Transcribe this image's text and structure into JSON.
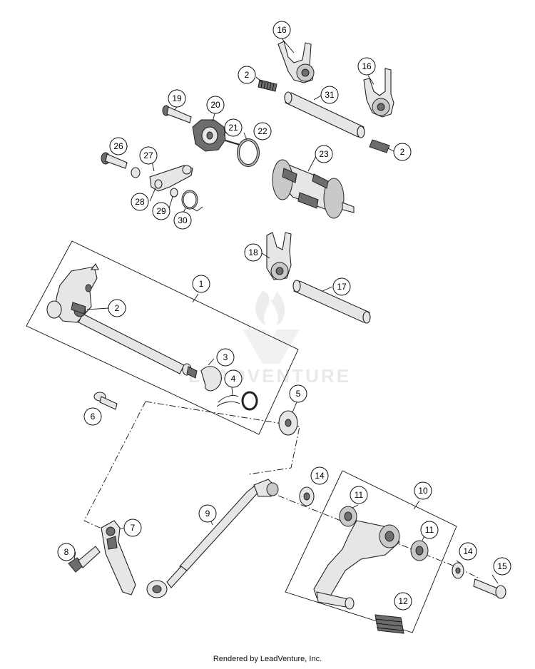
{
  "watermark": {
    "text": "LEADVENTURE"
  },
  "footer": {
    "credit": "Rendered by LeadVenture, Inc."
  },
  "callouts": [
    {
      "id": "c16a",
      "label": "16"
    },
    {
      "id": "c2a",
      "label": "2"
    },
    {
      "id": "c16b",
      "label": "16"
    },
    {
      "id": "c19",
      "label": "19"
    },
    {
      "id": "c20",
      "label": "20"
    },
    {
      "id": "c31",
      "label": "31"
    },
    {
      "id": "c21",
      "label": "21"
    },
    {
      "id": "c22",
      "label": "22"
    },
    {
      "id": "c2b",
      "label": "2"
    },
    {
      "id": "c26",
      "label": "26"
    },
    {
      "id": "c27",
      "label": "27"
    },
    {
      "id": "c23",
      "label": "23"
    },
    {
      "id": "c28",
      "label": "28"
    },
    {
      "id": "c29",
      "label": "29"
    },
    {
      "id": "c30",
      "label": "30"
    },
    {
      "id": "c18",
      "label": "18"
    },
    {
      "id": "c1",
      "label": "1"
    },
    {
      "id": "c17",
      "label": "17"
    },
    {
      "id": "c2c",
      "label": "2"
    },
    {
      "id": "c3",
      "label": "3"
    },
    {
      "id": "c4",
      "label": "4"
    },
    {
      "id": "c5",
      "label": "5"
    },
    {
      "id": "c6",
      "label": "6"
    },
    {
      "id": "c14a",
      "label": "14"
    },
    {
      "id": "c10",
      "label": "10"
    },
    {
      "id": "c9",
      "label": "9"
    },
    {
      "id": "c11a",
      "label": "11"
    },
    {
      "id": "c7",
      "label": "7"
    },
    {
      "id": "c11b",
      "label": "11"
    },
    {
      "id": "c8",
      "label": "8"
    },
    {
      "id": "c14b",
      "label": "14"
    },
    {
      "id": "c15",
      "label": "15"
    },
    {
      "id": "c12",
      "label": "12"
    }
  ]
}
